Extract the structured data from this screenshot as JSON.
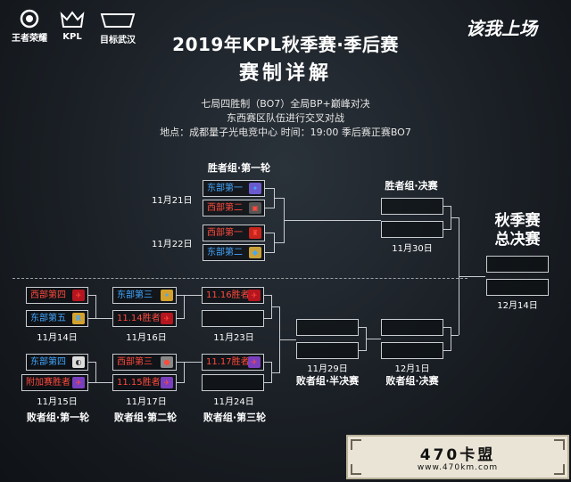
{
  "logos": {
    "wangzhe": "王者荣耀",
    "kpl": "KPL",
    "wuhan": "目标武汉"
  },
  "slogan": "该我上场",
  "title": "2019年KPL秋季赛·季后赛",
  "subtitle": "赛制详解",
  "info": [
    "七局四胜制（BO7）全局BP+巅峰对决",
    "东西赛区队伍进行交叉对战",
    "地点：成都量子光电竞中心  时间：19:00 季后赛正赛BO7"
  ],
  "winners_round1": {
    "header": "胜者组·第一轮",
    "match1": {
      "date": "11月21日",
      "team1": "东部第一",
      "team2": "西部第二"
    },
    "match2": {
      "date": "11月22日",
      "team1": "西部第一",
      "team2": "东部第二"
    }
  },
  "winners_final": {
    "header": "胜者组·决赛",
    "date": "11月30日"
  },
  "grand_final": {
    "line1": "秋季赛",
    "line2": "总决赛",
    "date": "12月14日"
  },
  "losers_r1": {
    "footer": "败者组·第一轮",
    "match1": {
      "date": "11月14日",
      "team1": "西部第四",
      "team2": "东部第五"
    },
    "match2": {
      "date": "11月15日",
      "team1": "东部第四",
      "team2": "附加赛胜者"
    }
  },
  "losers_r2": {
    "footer": "败者组·第二轮",
    "match1": {
      "date": "11月16日",
      "team1": "东部第三",
      "team2": "11.14胜者"
    },
    "match2": {
      "date": "11月17日",
      "team1": "西部第三",
      "team2": "11.15胜者"
    }
  },
  "losers_r3": {
    "footer": "败者组·第三轮",
    "match1": {
      "date": "11月23日",
      "team1": "11.16胜者"
    },
    "match2": {
      "date": "11月24日",
      "team1": "11.17胜者"
    }
  },
  "losers_semi": {
    "date": "11月29日",
    "footer": "败者组·半决赛"
  },
  "losers_final": {
    "date": "12月1日",
    "footer": "败者组·决赛"
  },
  "watermark": {
    "big": "470卡盟",
    "small": "www.470km.com"
  },
  "colors": {
    "east": "#43a7ff",
    "west": "#ff4a3d",
    "line": "#c9ccd0"
  }
}
